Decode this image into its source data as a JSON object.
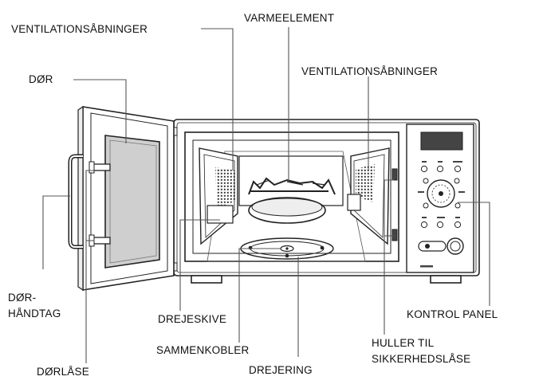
{
  "labels": {
    "vent_left": "VENTILATIONSÅBNINGER",
    "heating_element": "VARMEELEMENT",
    "door": "DØR",
    "vent_right": "VENTILATIONSÅBNINGER",
    "door_handle_line1": "DØR-",
    "door_handle_line2": "HÅNDTAG",
    "turntable": "DREJESKIVE",
    "control_panel": "KONTROL PANEL",
    "coupler": "SAMMENKOBLER",
    "safety_holes_line1": "HULLER TIL",
    "safety_holes_line2": "SIKKERHEDSLÅSE",
    "door_latch": "DØRLÅSE",
    "turntable_ring": "DREJERING"
  },
  "colors": {
    "outline": "#222222",
    "leader": "#555555",
    "window": "#cfcfcf",
    "display": "#444444"
  }
}
